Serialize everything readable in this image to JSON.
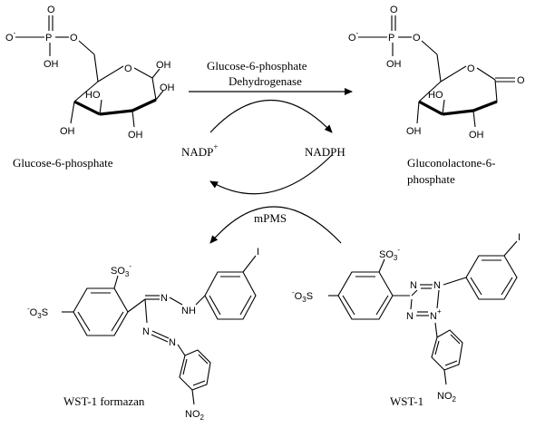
{
  "enzyme": {
    "line1": "Glucose-6-phosphate",
    "line2": "Dehydrogenase"
  },
  "cofactors": {
    "oxidized_base": "NADP",
    "oxidized_sup": "+",
    "reduced": "NADPH",
    "mediator": "mPMS"
  },
  "compounds": {
    "substrate": "Glucose-6-phosphate",
    "product_line1": "Gluconolactone-6-",
    "product_line2": "phosphate",
    "dye": "WST-1",
    "formazan": "WST-1 formazan"
  },
  "atoms": {
    "o": "O",
    "o_minus": "O",
    "minus": "-",
    "p": "P",
    "oh": "OH",
    "ho": "HO",
    "i": "I",
    "n": "N",
    "nh": "NH",
    "so3": "SO",
    "sub3": "3",
    "sub2": "2",
    "no2": "NO",
    "o3s_prefix": "O",
    "o3s_s": "S",
    "plus": "+"
  }
}
